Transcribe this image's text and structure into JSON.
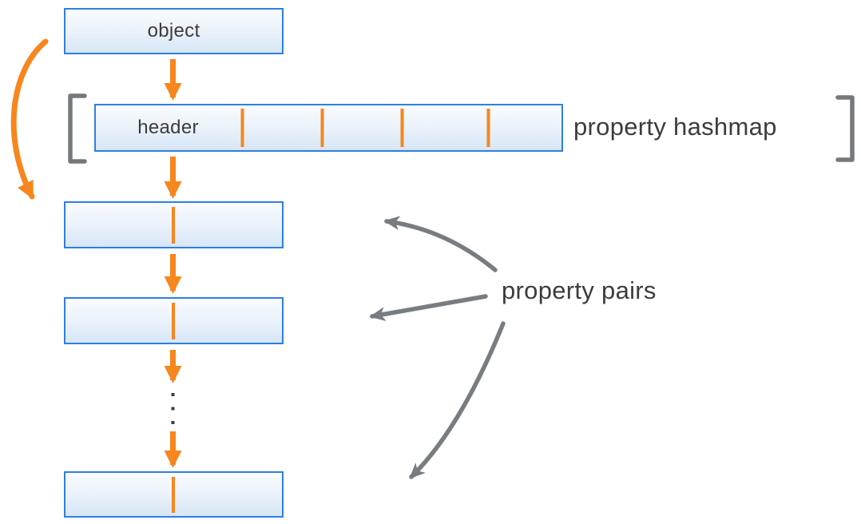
{
  "diagram": {
    "object": {
      "label": "object"
    },
    "hashmap": {
      "header_label": "header",
      "caption": "property hashmap",
      "cell_count": 5
    },
    "property_pairs": {
      "caption": "property pairs",
      "box_count": 3,
      "ellipsis_dot_count": 3
    },
    "colors": {
      "accent_orange": "#f6861d",
      "box_border_blue": "#2e7fe4",
      "box_fill_top": "#f9fbfe",
      "box_fill_bottom": "#d7e6f7",
      "annotation_gray": "#777d80",
      "text_dark": "#3c3c3e"
    }
  }
}
